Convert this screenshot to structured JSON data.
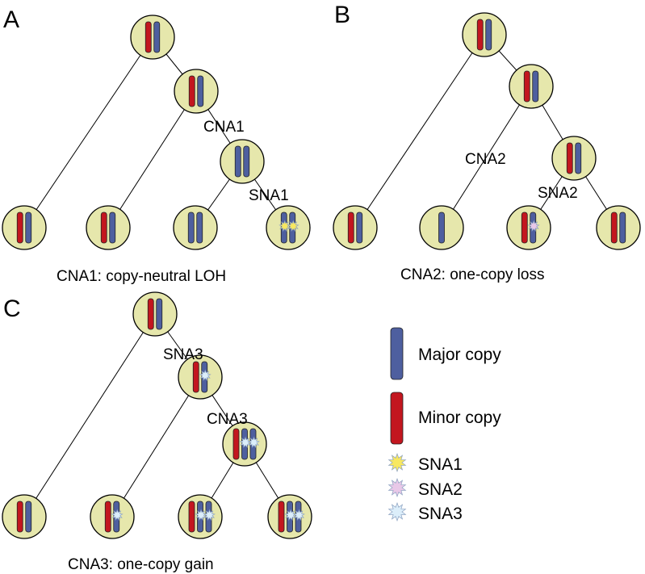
{
  "colors": {
    "cell_fill": "#e6e7ac",
    "major_copy": "#4e5f9f",
    "minor_copy": "#c3161f",
    "sna1": "#f8e860",
    "sna2": "#e8c8e8",
    "sna3": "#dceefa"
  },
  "panels": [
    {
      "letter": "A",
      "caption": "CNA1: copy-neutral LOH",
      "events": [
        {
          "text": "CNA1"
        },
        {
          "text": "SNA1"
        }
      ],
      "nodes": [
        {
          "id": "root",
          "copies": [
            "minor",
            "major"
          ]
        },
        {
          "id": "n1",
          "copies": [
            "minor",
            "major"
          ]
        },
        {
          "id": "n2",
          "copies": [
            "major",
            "major"
          ]
        },
        {
          "id": "leaf1",
          "copies": [
            "minor",
            "major"
          ]
        },
        {
          "id": "leaf2",
          "copies": [
            "minor",
            "major"
          ]
        },
        {
          "id": "leaf3",
          "copies": [
            "major",
            "major"
          ]
        },
        {
          "id": "leaf4",
          "copies": [
            "major",
            "major"
          ],
          "mutation": "SNA1"
        }
      ]
    },
    {
      "letter": "B",
      "caption": "CNA2: one-copy loss",
      "events": [
        {
          "text": "CNA2"
        },
        {
          "text": "SNA2"
        }
      ],
      "nodes": [
        {
          "id": "root",
          "copies": [
            "minor",
            "major"
          ]
        },
        {
          "id": "n1",
          "copies": [
            "minor",
            "major"
          ]
        },
        {
          "id": "n2",
          "copies": [
            "minor",
            "major"
          ]
        },
        {
          "id": "leaf1",
          "copies": [
            "minor",
            "major"
          ]
        },
        {
          "id": "leaf2",
          "copies": [
            "major"
          ]
        },
        {
          "id": "leaf3",
          "copies": [
            "minor",
            "major"
          ],
          "mutation": "SNA2"
        },
        {
          "id": "leaf4",
          "copies": [
            "minor",
            "major"
          ]
        }
      ]
    },
    {
      "letter": "C",
      "caption": "CNA3: one-copy gain",
      "events": [
        {
          "text": "SNA3"
        },
        {
          "text": "CNA3"
        }
      ],
      "nodes": [
        {
          "id": "root",
          "copies": [
            "minor",
            "major"
          ]
        },
        {
          "id": "n1",
          "copies": [
            "minor",
            "major"
          ],
          "mutation": "SNA3"
        },
        {
          "id": "n2",
          "copies": [
            "minor",
            "major",
            "major"
          ],
          "mutation": "SNA3"
        },
        {
          "id": "leaf1",
          "copies": [
            "minor",
            "major"
          ]
        },
        {
          "id": "leaf2",
          "copies": [
            "minor",
            "major"
          ],
          "mutation": "SNA3"
        },
        {
          "id": "leaf3",
          "copies": [
            "minor",
            "major",
            "major"
          ],
          "mutation": "SNA3"
        },
        {
          "id": "leaf4",
          "copies": [
            "minor",
            "major",
            "major"
          ],
          "mutation": "SNA3"
        }
      ]
    }
  ],
  "legend": {
    "major_copy": "Major copy",
    "minor_copy": "Minor copy",
    "sna1": "SNA1",
    "sna2": "SNA2",
    "sna3": "SNA3"
  }
}
